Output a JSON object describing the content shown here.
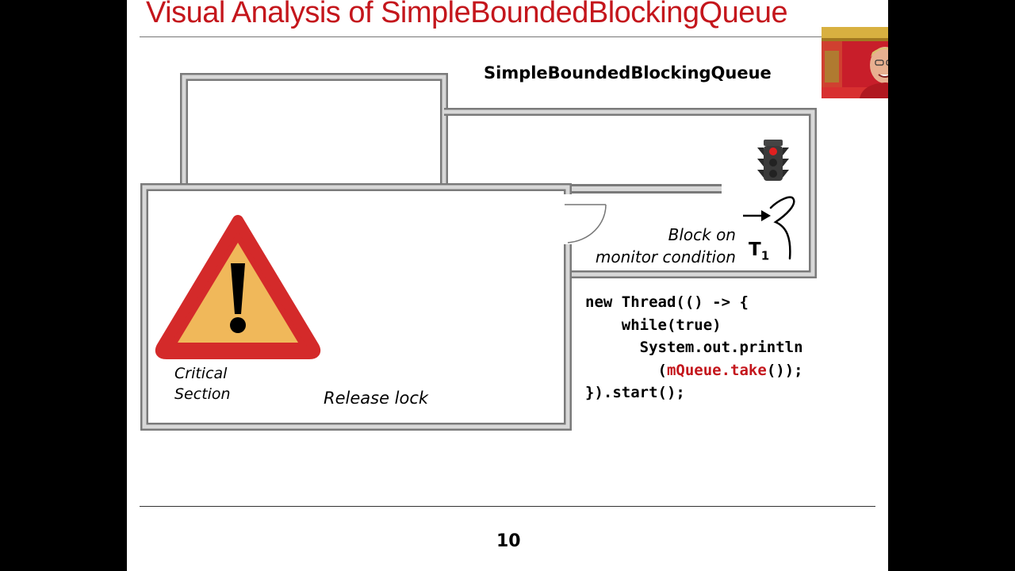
{
  "slide": {
    "title": "Visual Analysis of SimpleBoundedBlockingQueue",
    "queue_label": "SimpleBoundedBlockingQueue",
    "block_label_line1": "Block on",
    "block_label_line2": "monitor condition",
    "thread_name": "T",
    "thread_subscript": "1",
    "critical_line1": "Critical",
    "critical_line2": "Section",
    "release_label": "Release lock",
    "code": {
      "line1": "new Thread(() -> {",
      "line2": "    while(true)",
      "line3_pre": "      System.out.println",
      "line4_pre": "        (",
      "line4_hl1": "mQueue",
      "line4_mid": ".",
      "line4_hl2": "take",
      "line4_post": "());",
      "line5": "}).start();"
    },
    "page_number": "10"
  },
  "icons": {
    "warning": "warning-triangle-icon",
    "traffic_light": "traffic-light-icon",
    "thread": "thread-squiggle-icon"
  },
  "colors": {
    "title": "#c4161c",
    "warning_border": "#d42a2a",
    "warning_fill": "#f0b85a",
    "code_highlight": "#c4161c"
  }
}
